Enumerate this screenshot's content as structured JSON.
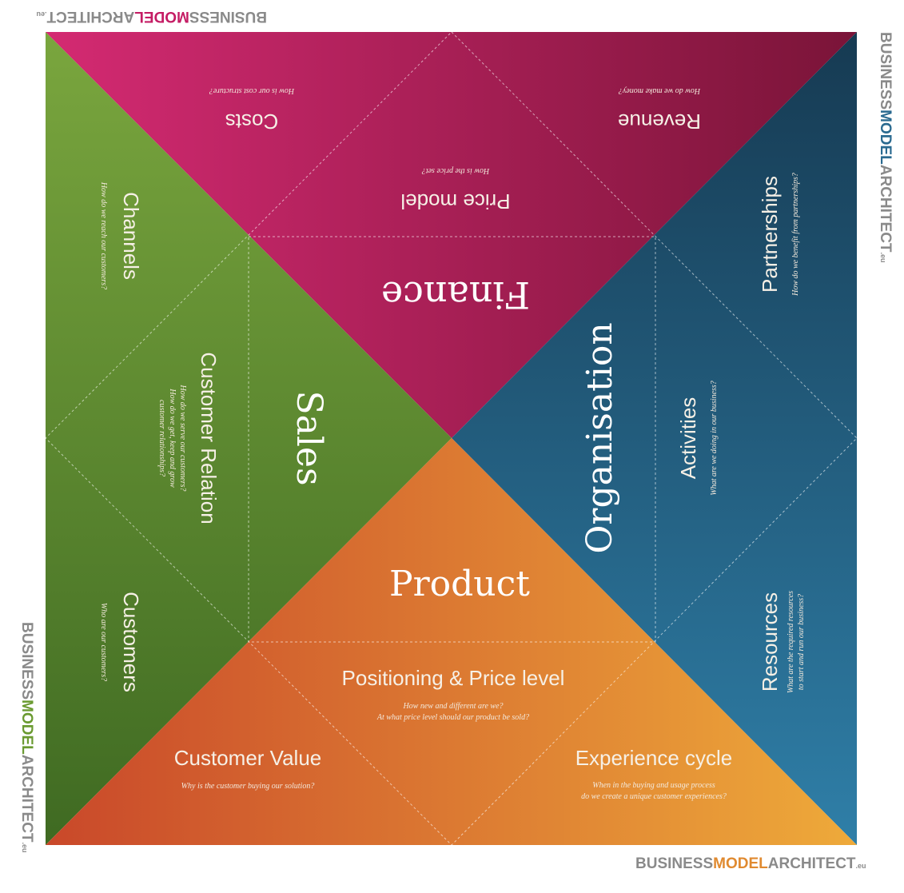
{
  "colors": {
    "finance": [
      "#d42a72",
      "#7a1438"
    ],
    "sales": [
      "#7aa63e",
      "#3f6a22"
    ],
    "organisation": [
      "#163a52",
      "#2f7fa8"
    ],
    "product": [
      "#c9482a",
      "#eeaa3a"
    ]
  },
  "logo": {
    "business": "BUSINESS",
    "model": "MODEL",
    "architect": "ARCHITECT",
    "tld": ".eu"
  },
  "finance": {
    "title": "Finance",
    "costs": {
      "title": "Costs",
      "question": "How is our cost structure?"
    },
    "revenue": {
      "title": "Revenue",
      "question": "How do we make money?"
    },
    "price_model": {
      "title": "Price model",
      "question": "How is the price set?"
    }
  },
  "sales": {
    "title": "Sales",
    "channels": {
      "title": "Channels",
      "question": "How do we reach our customers?"
    },
    "customer_relation": {
      "title": "Customer Relation",
      "question_lines": [
        "How do we serve our customers?",
        "How do we get, keep and grow",
        "customer relationships?"
      ]
    },
    "customers": {
      "title": "Customers",
      "question": "Who are our customers?"
    }
  },
  "organisation": {
    "title": "Organisation",
    "partnerships": {
      "title": "Partnerships",
      "question": "How do we benefit from partnerships?"
    },
    "activities": {
      "title": "Activities",
      "question": "What are we doing in our business?"
    },
    "resources": {
      "title": "Resources",
      "question_lines": [
        "What are the required resources",
        "to start and run our business?"
      ]
    }
  },
  "product": {
    "title": "Product",
    "positioning": {
      "title": "Positioning & Price level",
      "question_lines": [
        "How new and different are we?",
        "At what price level should our product be sold?"
      ]
    },
    "customer_value": {
      "title": "Customer Value",
      "question": "Why is the customer buying our solution?"
    },
    "experience_cycle": {
      "title": "Experience cycle",
      "question_lines": [
        "When in the buying and usage process",
        "do we create a unique customer experiences?"
      ]
    }
  }
}
